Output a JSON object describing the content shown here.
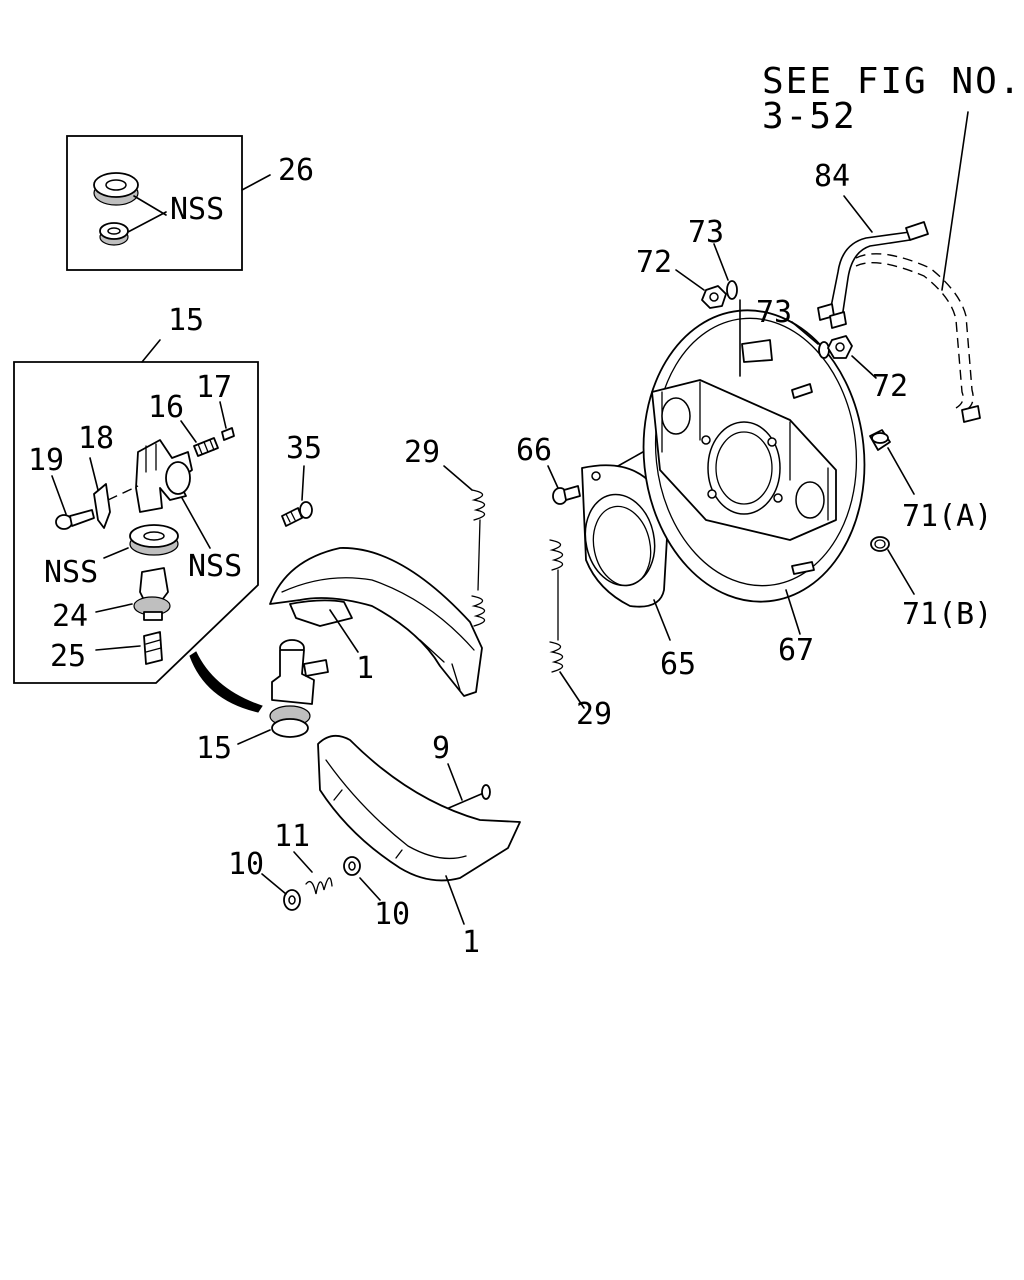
{
  "reference": {
    "line1": "SEE FIG NO.",
    "line2": "3-52"
  },
  "callouts": {
    "c26": "26",
    "nss_kit": "NSS",
    "c15_box": "15",
    "c17": "17",
    "c16": "16",
    "c18": "18",
    "c19": "19",
    "nss_left": "NSS",
    "nss_right": "NSS",
    "c24": "24",
    "c25": "25",
    "c35": "35",
    "c29_top": "29",
    "c1_upper": "1",
    "c15_main": "15",
    "c9": "9",
    "c11": "11",
    "c10_left": "10",
    "c10_right": "10",
    "c1_lower": "1",
    "c66": "66",
    "c29_bottom": "29",
    "c65": "65",
    "c67": "67",
    "c72_top": "72",
    "c73_top": "73",
    "c73_mid": "73",
    "c72_mid": "72",
    "c84": "84",
    "c71a": "71(A)",
    "c71b": "71(B)"
  }
}
